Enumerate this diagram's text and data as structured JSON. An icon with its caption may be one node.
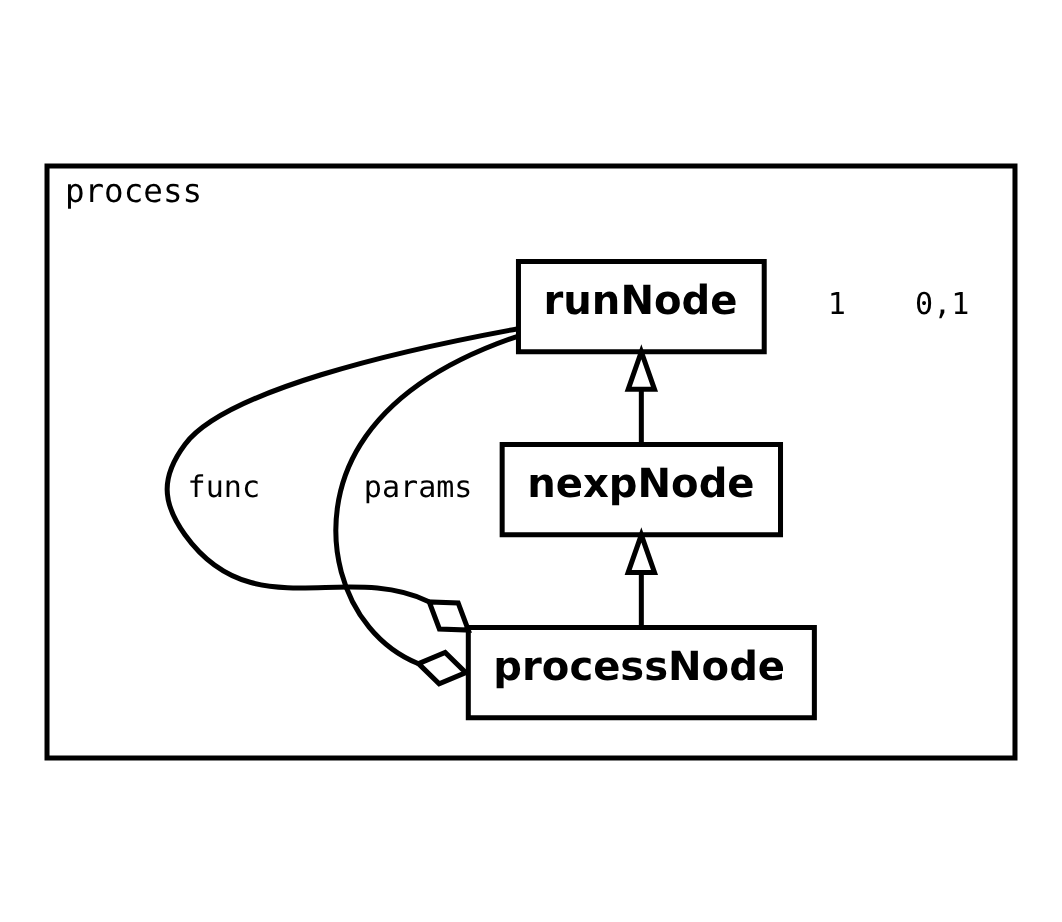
{
  "diagram": {
    "nodes": [
      {
        "text": [
          "process"
        ]
      },
      {
        "text": [
          "runNode"
        ],
        "in": 0
      },
      {
        "text": [
          "nexpNode"
        ],
        "in": 0
      },
      {
        "text": [
          "processNode"
        ],
        "in": 0
      }
    ],
    "edges": [
      {
        "from": 2,
        "to": 1,
        "arrow": "to"
      },
      {
        "from": 3,
        "to": 2,
        "arrow": "to"
      },
      {
        "from": 3,
        "to": 1,
        "arrow": "other",
        "label": "func"
      },
      {
        "from": 3,
        "to": 1,
        "arrow": "other",
        "label": "params"
      }
    ],
    "labels": [
      "0,1",
      "1"
    ]
  }
}
